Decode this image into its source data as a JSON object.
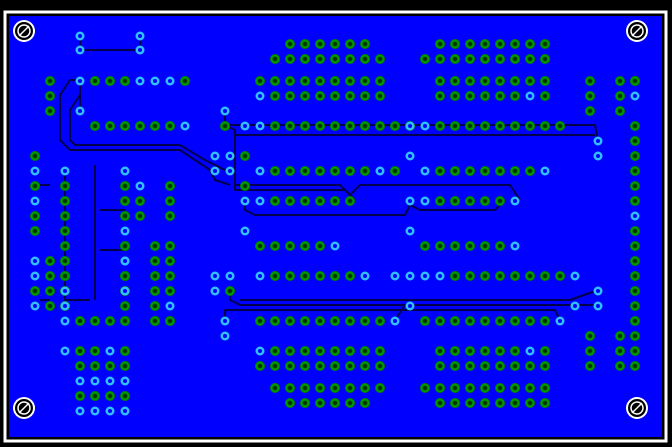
{
  "board": {
    "outline_color": "#ffffff",
    "copper_color": "#0000ff",
    "trace_color": "#00004d",
    "pad_green": "#008000",
    "pad_green_ring": "#00a000",
    "pad_cyan": "#30c0ff",
    "pad_hole": "#000000",
    "mounting_holes": [
      "mounting-hole-top-left",
      "mounting-hole-top-right",
      "mounting-hole-bottom-left",
      "mounting-hole-bottom-right"
    ]
  }
}
